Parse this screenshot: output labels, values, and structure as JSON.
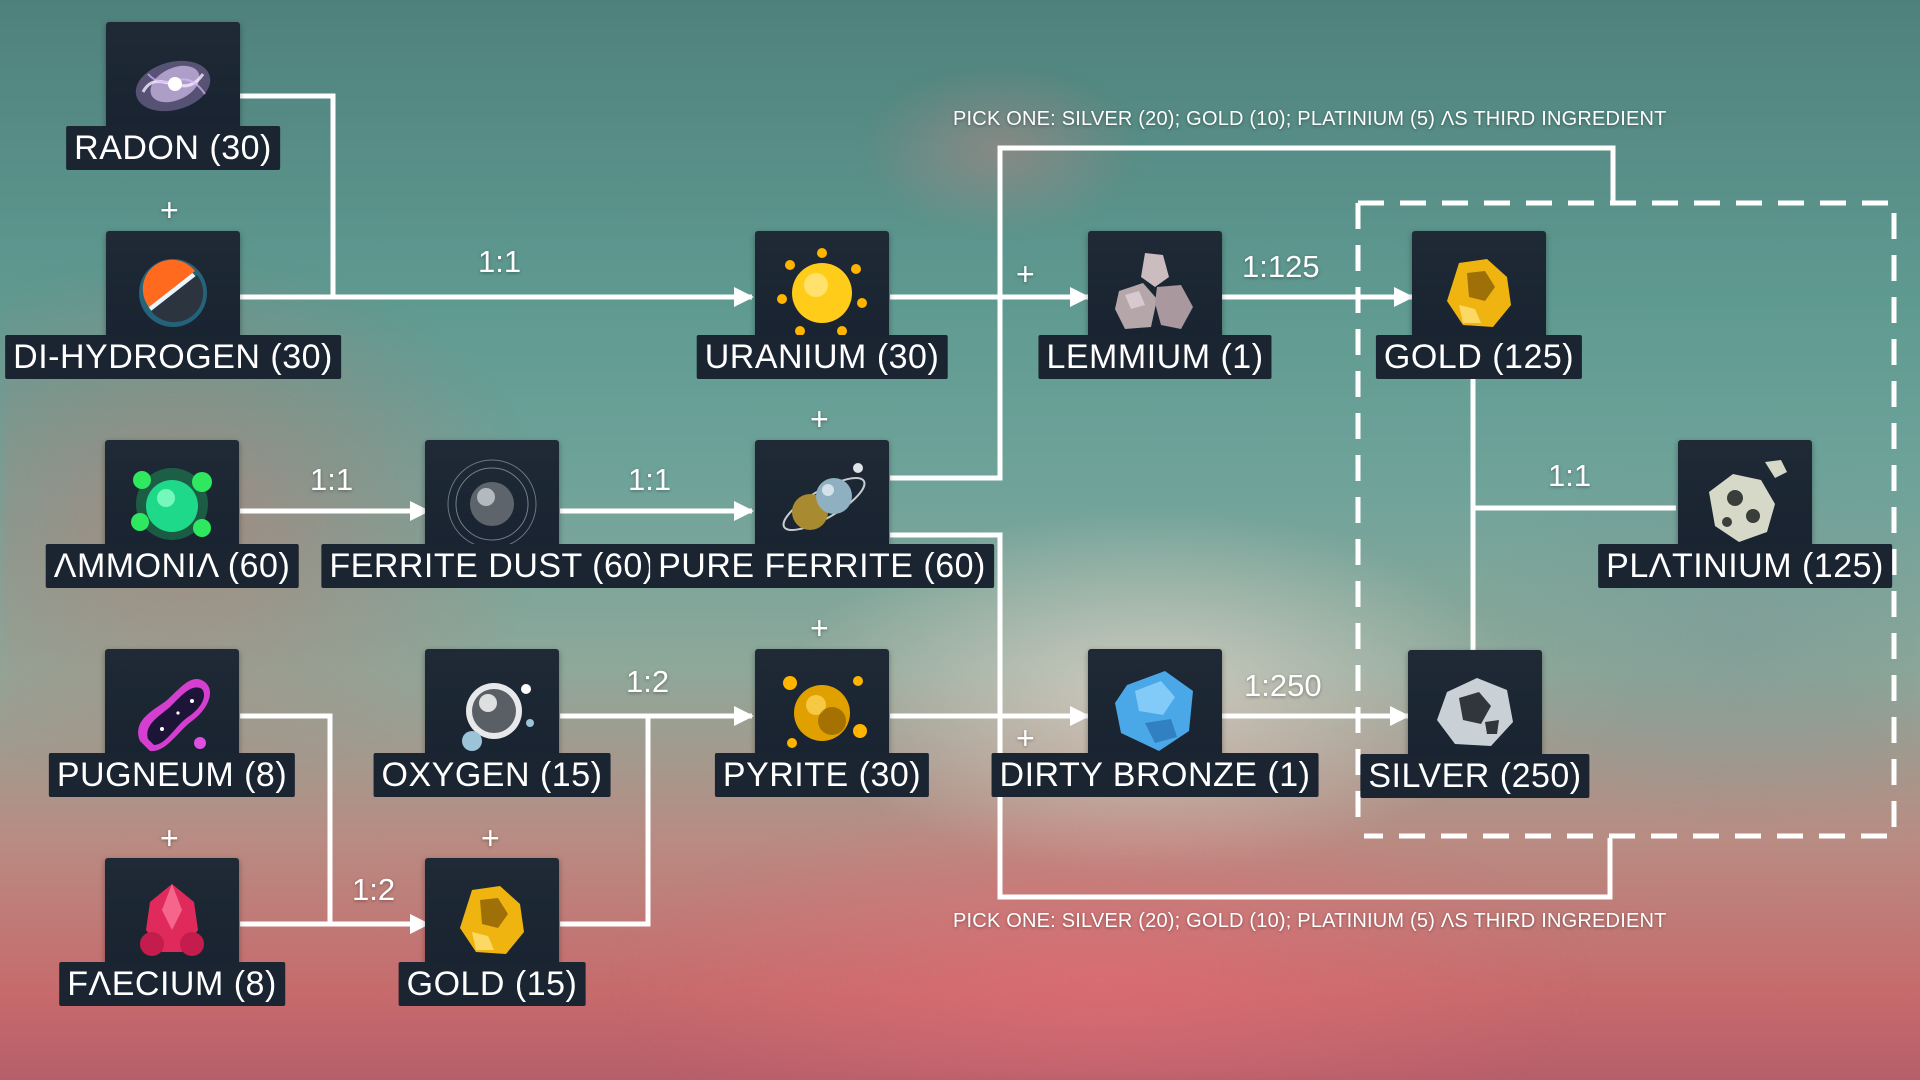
{
  "nodes": {
    "radon": "RADON (30)",
    "dihydrogen": "DI-HYDROGEN (30)",
    "ammonia": "ΛMMONIΛ (60)",
    "ferrite_dust": "FERRITE DUST (60)",
    "pugneum": "PUGNEUM (8)",
    "faecium": "FΛECIUM (8)",
    "oxygen": "OXYGEN (15)",
    "gold_small": "GOLD (15)",
    "uranium": "URANIUM (30)",
    "pure_ferrite": "PURE FERRITE (60)",
    "pyrite": "PYRITE (30)",
    "lemmium": "LEMMIUM (1)",
    "dirty_bronze": "DIRTY BRONZE (1)",
    "gold_big": "GOLD (125)",
    "silver": "SILVER (250)",
    "platinium": "PLΛTINIUM (125)"
  },
  "ratios": {
    "radon_dihydrogen_uranium": "1:1",
    "ammonia_ferrite": "1:1",
    "ferrite_pure": "1:1",
    "oxygen_pyrite": "1:2",
    "faecium_gold": "1:2",
    "lemmium_gold": "1:125",
    "bronze_silver": "1:250",
    "gold_platinium": "1:1"
  },
  "plus_sign": "+",
  "notes": {
    "top": "PICK ONE: SILVER (20); GOLD (10); PLATINIUM (5) ΛS THIRD INGREDIENT",
    "bottom": "PICK ONE: SILVER (20); GOLD (10); PLATINIUM (5) ΛS THIRD INGREDIENT"
  },
  "icons": {
    "radon": "radon-icon",
    "dihydrogen": "dihydrogen-icon",
    "ammonia": "ammonia-icon",
    "ferrite_dust": "ferrite-dust-icon",
    "pugneum": "pugneum-icon",
    "faecium": "faecium-icon",
    "oxygen": "oxygen-icon",
    "gold": "gold-nugget-icon",
    "uranium": "uranium-icon",
    "pure_ferrite": "pure-ferrite-icon",
    "pyrite": "pyrite-icon",
    "lemmium": "lemmium-icon",
    "dirty_bronze": "dirty-bronze-icon",
    "silver": "silver-icon",
    "platinium": "platinium-icon"
  },
  "colors": {
    "tile": "#1b2431",
    "line": "#ffffff"
  }
}
